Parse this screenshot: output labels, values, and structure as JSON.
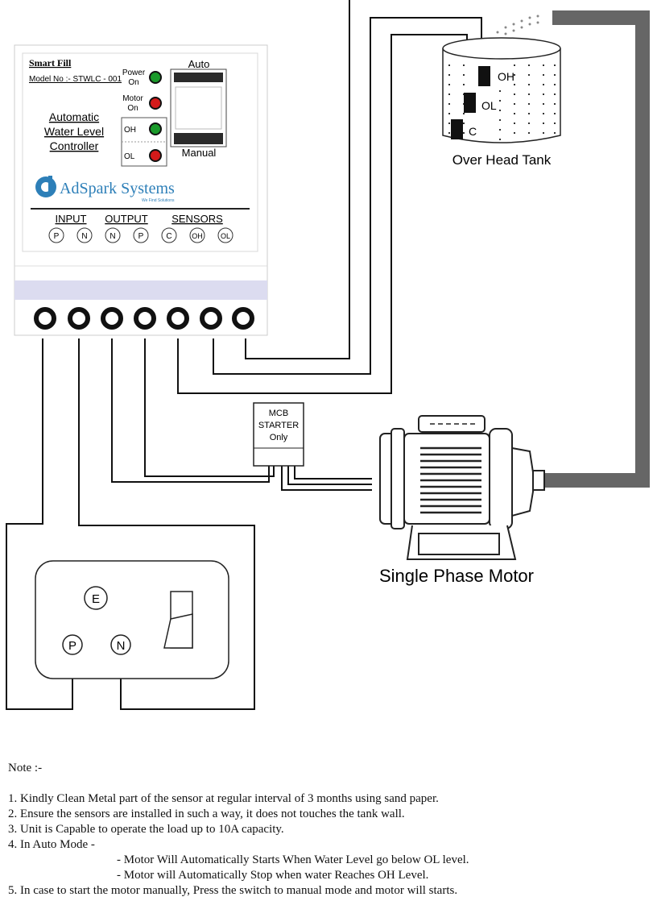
{
  "controller": {
    "brand": "Smart Fill",
    "model": "Model No :- STWLC - 001",
    "title_lines": [
      "Automatic",
      "Water Level",
      "Controller"
    ],
    "indicators": {
      "power": [
        "Power",
        "On"
      ],
      "motor": [
        "Motor",
        "On"
      ],
      "oh": "OH",
      "ol": "OL"
    },
    "switch_auto": "Auto",
    "switch_manual": "Manual",
    "company": "AdSpark Systems",
    "tagline": "We Find Solutions",
    "groups": {
      "input": "INPUT",
      "output": "OUTPUT",
      "sensors": "SENSORS"
    },
    "terminals": [
      "P",
      "N",
      "N",
      "P",
      "C",
      "OH",
      "OL"
    ]
  },
  "tank": {
    "label": "Over Head Tank",
    "sensors": [
      "OH",
      "OL",
      "C"
    ]
  },
  "mcb": {
    "lines": [
      "MCB",
      "STARTER",
      "Only"
    ]
  },
  "motor": {
    "label": "Single Phase Motor"
  },
  "socket": {
    "pins": [
      "E",
      "P",
      "N"
    ]
  },
  "notes": {
    "heading": "Note :-",
    "items": [
      "1. Kindly Clean Metal part of the sensor at regular interval of 3 months using sand paper.",
      "2. Ensure the sensors are installed in such a way, it does not touches the tank wall.",
      "3. Unit is Capable to operate the load up to 10A capacity.",
      "4. In Auto Mode -"
    ],
    "sub_items": [
      "- Motor Will Automatically Starts When Water Level go below OL level.",
      "- Motor will Automatically Stop when water Reaches OH Level."
    ],
    "last": "5. In case to start the motor manually, Press the switch to manual mode and motor will starts."
  },
  "colors": {
    "led_green": "#1a9a2a",
    "led_red": "#d41a1a",
    "pipe": "#666666",
    "strip": "#dcdcf0"
  }
}
